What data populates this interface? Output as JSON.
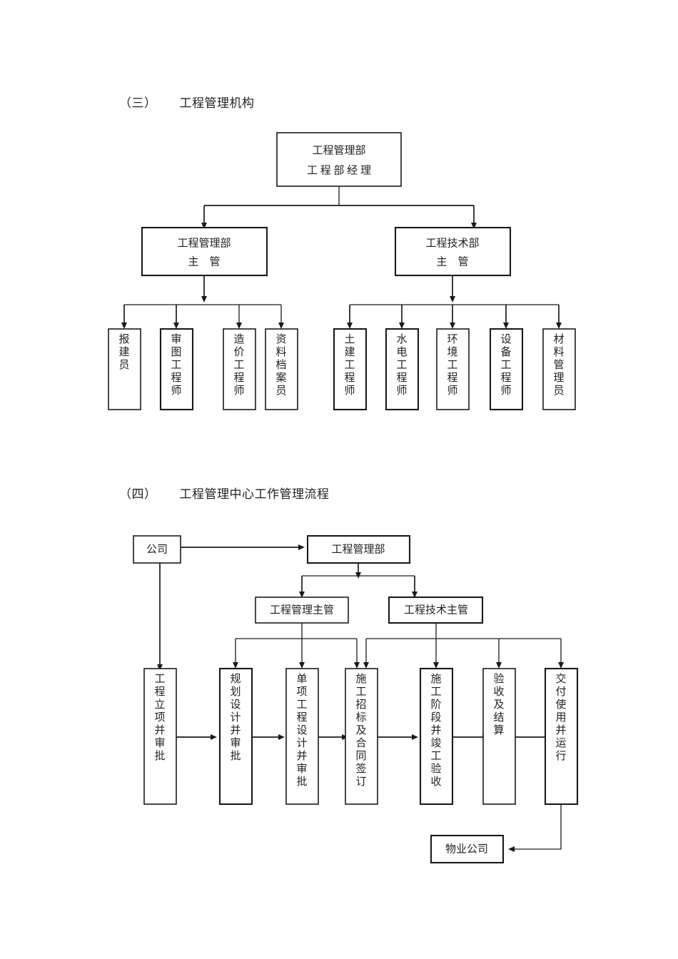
{
  "document": {
    "section_3": {
      "number": "（三）",
      "title": "工程管理机构"
    },
    "section_4": {
      "number": "（四）",
      "title": "工程管理中心工作管理流程"
    }
  },
  "org_chart": {
    "root": {
      "line1": "工程管理部",
      "line2": "工 程 部 经 理"
    },
    "managers": [
      {
        "line1": "工程管理部",
        "line2": "主    管"
      },
      {
        "line1": "工程技术部",
        "line2": "主    管"
      }
    ],
    "left_staff": [
      "报建员",
      "审图工程师",
      "造价工程师",
      "资料档案员"
    ],
    "right_staff": [
      "土建工程师",
      "水电工程师",
      "环境工程师",
      "设备工程师",
      "材料管理员"
    ]
  },
  "flow_chart": {
    "company": "公司",
    "department": "工程管理部",
    "supervisors": [
      "工程管理主管",
      "工程技术主管"
    ],
    "steps": [
      "工程立项并审批",
      "规划设计并审批",
      "单项工程设计并审批",
      "施工招标及合同签订",
      "施工阶段并竣工验收",
      "验收及结算",
      "交付使用并运行"
    ],
    "terminal": "物业公司"
  },
  "colors": {
    "ink": "#1a1a1a",
    "paper": "#ffffff"
  }
}
